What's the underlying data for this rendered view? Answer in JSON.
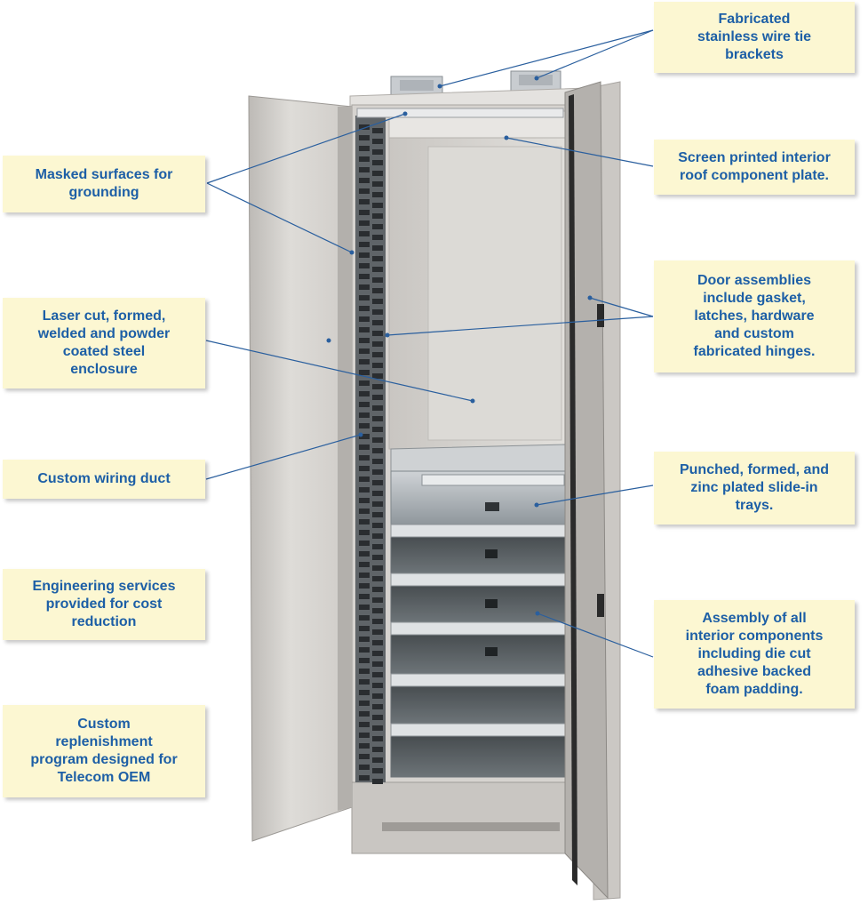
{
  "callouts": {
    "masked": "Masked surfaces for\ngrounding",
    "laser": "Laser cut, formed,\nwelded and powder\ncoated steel\nenclosure",
    "duct": "Custom wiring duct",
    "engineering": "Engineering services\nprovided for cost\nreduction",
    "replenishment": "Custom\nreplenishment\nprogram designed for\nTelecom OEM",
    "brackets": "Fabricated\nstainless wire tie\nbrackets",
    "roof": "Screen printed interior\nroof component plate.",
    "doors": "Door assemblies\ninclude gasket,\nlatches, hardware\nand custom\nfabricated hinges.",
    "trays": "Punched, formed, and\nzinc plated slide-in\ntrays.",
    "assembly": "Assembly of all\ninterior components\nincluding die cut\nadhesive backed\nfoam padding."
  },
  "colors": {
    "label_text": "#1d5fa6",
    "callout_bg": "#fcf7d2",
    "leader_line": "#2a5f9e",
    "cabinet": "#d6d3cf"
  }
}
